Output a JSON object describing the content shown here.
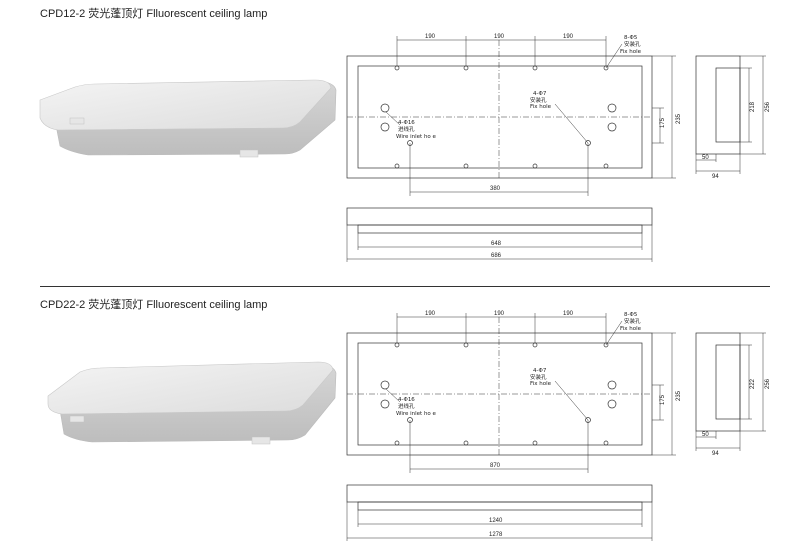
{
  "sections": [
    {
      "title": "CPD12-2 荧光蓬顶灯 Flluorescent ceiling lamp",
      "dims": {
        "top_spacing": [
          "190",
          "190",
          "190"
        ],
        "hole_spec": "8-Φ5",
        "hole_cn": "安装孔",
        "hole_en": "Fix hole",
        "mid_spec": "4-Φ7",
        "mid_cn": "安装孔",
        "mid_en": "Fix hole",
        "wire_spec": "4-Φ16",
        "wire_cn": "进线孔",
        "wire_en": "Wire inlet ho e",
        "inner_width": "380",
        "height_175": "175",
        "height_235": "235",
        "side_inner": "218",
        "side_outer": "256",
        "side_50": "50",
        "side_94": "94",
        "front_inner": "648",
        "front_outer": "686"
      }
    },
    {
      "title": "CPD22-2 荧光蓬顶灯 Flluorescent ceiling lamp",
      "dims": {
        "top_spacing": [
          "190",
          "190",
          "190"
        ],
        "hole_spec": "8-Φ5",
        "hole_cn": "安装孔",
        "hole_en": "Fix hole",
        "mid_spec": "4-Φ7",
        "mid_cn": "安装孔",
        "mid_en": "Fix hole",
        "wire_spec": "4-Φ16",
        "wire_cn": "进线孔",
        "wire_en": "Wire inlet ho e",
        "inner_width": "870",
        "height_175": "175",
        "height_235": "235",
        "side_inner": "222",
        "side_outer": "256",
        "side_50": "50",
        "side_94": "94",
        "front_inner": "1240",
        "front_outer": "1278"
      }
    }
  ]
}
